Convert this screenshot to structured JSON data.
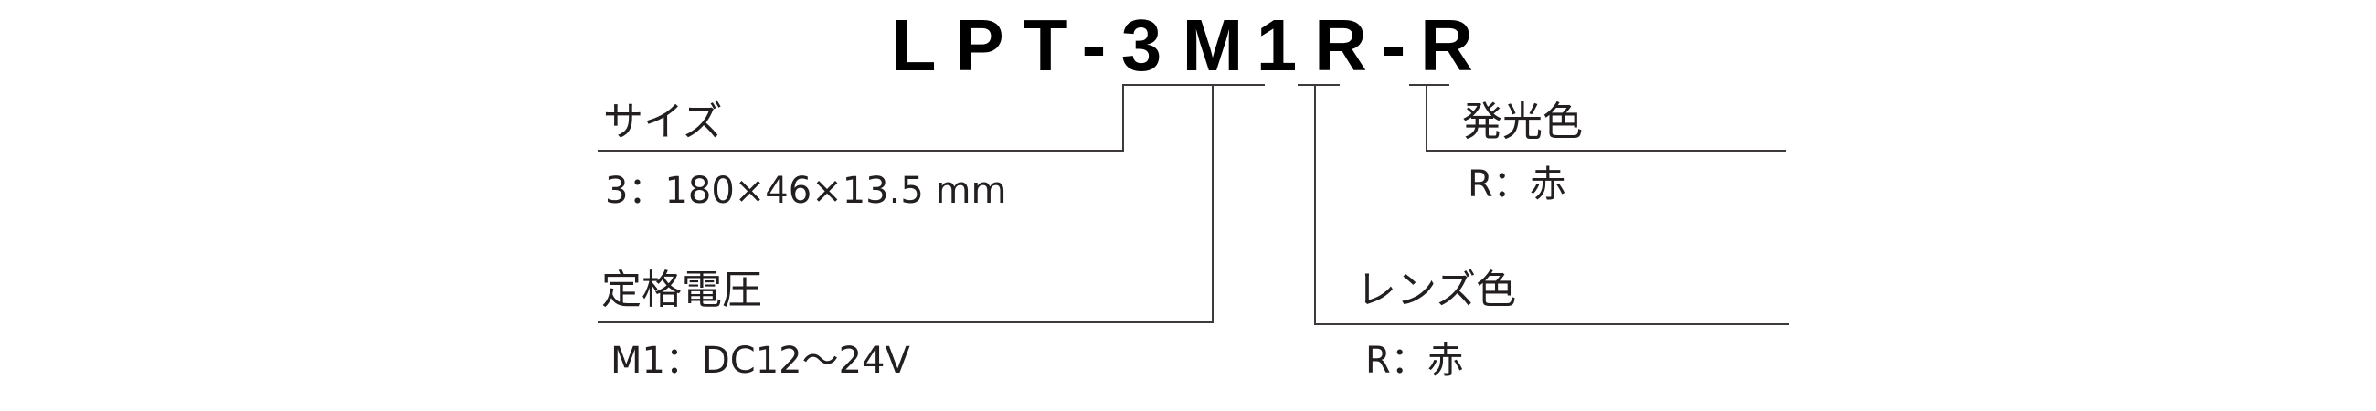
{
  "model_code": {
    "chars": [
      "L",
      "P",
      "T",
      "-",
      "3",
      "M",
      "1",
      "R",
      "-",
      "R"
    ]
  },
  "specs": {
    "size": {
      "label": "サイズ",
      "value": "3：180×46×13.5 mm"
    },
    "rated_voltage": {
      "label": "定格電圧",
      "value": "M1：DC12～24V"
    },
    "lens_color": {
      "label": "レンズ色",
      "value": "R：赤"
    },
    "emission_color": {
      "label": "発光色",
      "value": "R：赤"
    }
  },
  "colors": {
    "text": "#231f20",
    "line": "#3e3a39"
  }
}
